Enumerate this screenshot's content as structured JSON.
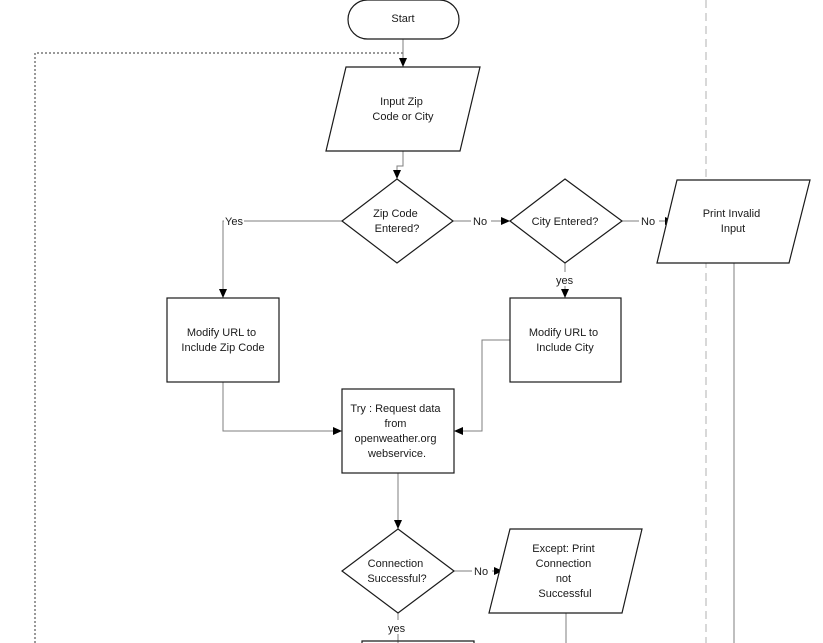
{
  "nodes": {
    "start": [
      "Start"
    ],
    "input": [
      "Input Zip",
      "Code or City"
    ],
    "zip_decision": [
      "Zip Code",
      "Entered?"
    ],
    "city_decision": [
      "City Entered?"
    ],
    "print_invalid": [
      "Print Invalid",
      "Input"
    ],
    "modify_zip": [
      "Modify URL to",
      "Include Zip Code"
    ],
    "modify_city": [
      "Modify URL to",
      "Include City"
    ],
    "request": [
      "Try : Request data",
      "from",
      "openweather.org",
      "webservice."
    ],
    "conn_decision": [
      "Connection",
      "Successful?"
    ],
    "except_print": [
      "Except: Print",
      "Connection",
      "not",
      "Successful"
    ]
  },
  "edges": {
    "zip_yes": "Yes",
    "zip_no": "No",
    "city_no": "No",
    "city_yes": "yes",
    "conn_no": "No",
    "conn_yes": "yes"
  }
}
